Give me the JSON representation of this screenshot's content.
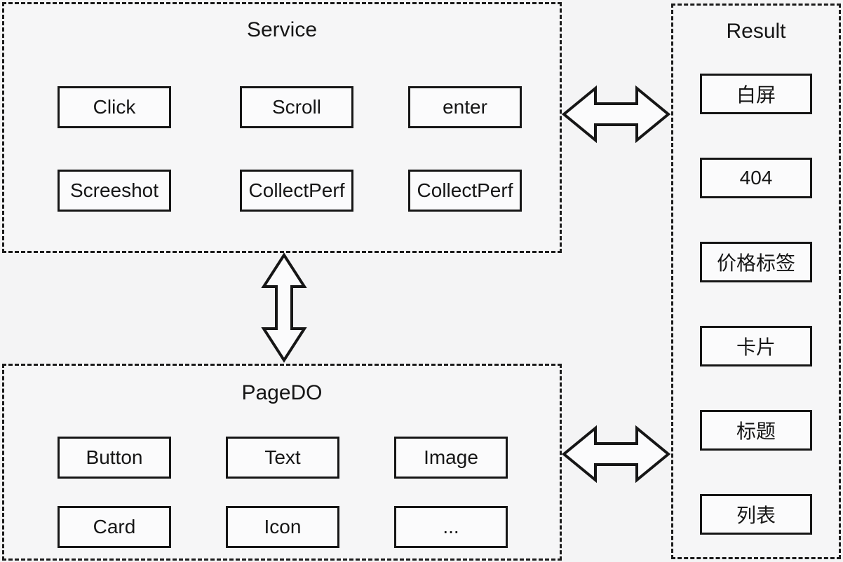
{
  "service": {
    "title": "Service",
    "items": [
      "Click",
      "Scroll",
      "enter",
      "Screeshot",
      "CollectPerf",
      "CollectPerf"
    ]
  },
  "pagedo": {
    "title": "PageDO",
    "items": [
      "Button",
      "Text",
      "Image",
      "Card",
      "Icon",
      "..."
    ]
  },
  "result": {
    "title": "Result",
    "items": [
      "白屏",
      "404",
      "价格标签",
      "卡片",
      "标题",
      "列表"
    ]
  },
  "arrows": {
    "service_result": "bidirectional",
    "service_pagedo": "bidirectional",
    "pagedo_result": "bidirectional"
  },
  "colors": {
    "background": "#f4f4f5",
    "box_fill": "#fbfbfc",
    "line": "#161616"
  }
}
